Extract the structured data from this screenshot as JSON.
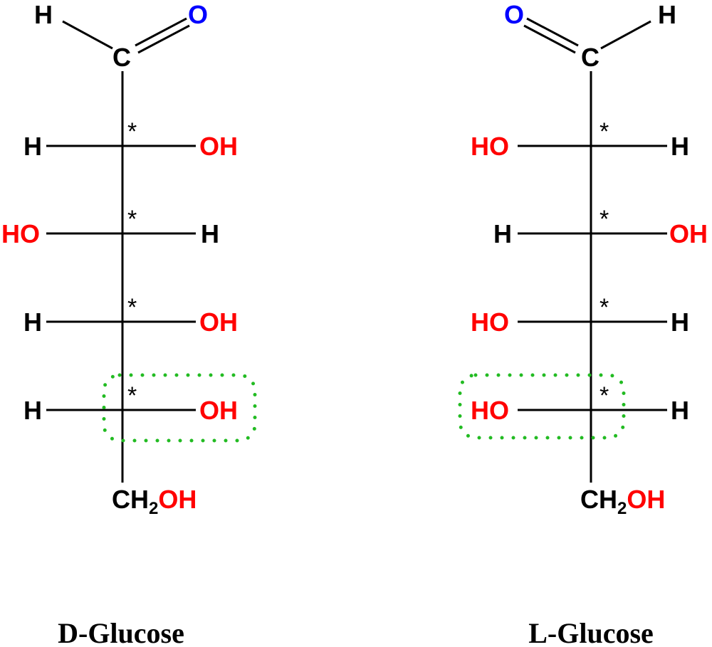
{
  "colors": {
    "oxygen_carbonyl": "#0000ff",
    "hydroxyl": "#ff0000",
    "highlight": "#22bb22",
    "bond": "#000000"
  },
  "d_glucose": {
    "name": "D-Glucose",
    "top_h": "H",
    "top_o": "O",
    "carbon": "C",
    "rows": [
      {
        "left": "H",
        "right": "OH",
        "chiral": "*"
      },
      {
        "left": "HO",
        "right": "H",
        "chiral": "*"
      },
      {
        "left": "H",
        "right": "OH",
        "chiral": "*"
      },
      {
        "left": "H",
        "right": "OH",
        "chiral": "*"
      }
    ],
    "bottom": {
      "ch": "CH",
      "sub": "2",
      "oh": "OH"
    }
  },
  "l_glucose": {
    "name": "L-Glucose",
    "top_h": "H",
    "top_o": "O",
    "carbon": "C",
    "rows": [
      {
        "left": "HO",
        "right": "H",
        "chiral": "*"
      },
      {
        "left": "H",
        "right": "OH",
        "chiral": "*"
      },
      {
        "left": "HO",
        "right": "H",
        "chiral": "*"
      },
      {
        "left": "HO",
        "right": "H",
        "chiral": "*"
      }
    ],
    "bottom": {
      "ch": "CH",
      "sub": "2",
      "oh": "OH"
    }
  }
}
